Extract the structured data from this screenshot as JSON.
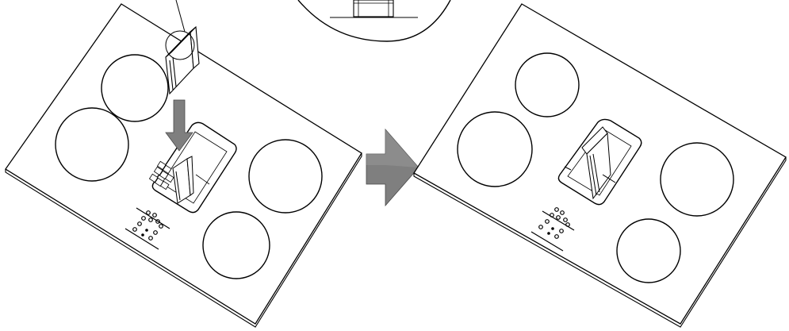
{
  "figure": {
    "kind": "installation-diagram",
    "panels": [
      {
        "id": "before",
        "state": "component-being-inserted",
        "burner_count": 4,
        "shows_detail_callout": true,
        "shows_insert_arrow": true
      },
      {
        "id": "after",
        "state": "component-installed",
        "burner_count": 4,
        "shows_detail_callout": false,
        "shows_insert_arrow": false
      }
    ],
    "transition_arrow": {
      "direction": "right",
      "color": "#7f7f7f"
    },
    "insert_arrow": {
      "direction": "down",
      "color": "#7f7f7f"
    },
    "line_color": "#000000",
    "fill_color": "#ffffff"
  }
}
